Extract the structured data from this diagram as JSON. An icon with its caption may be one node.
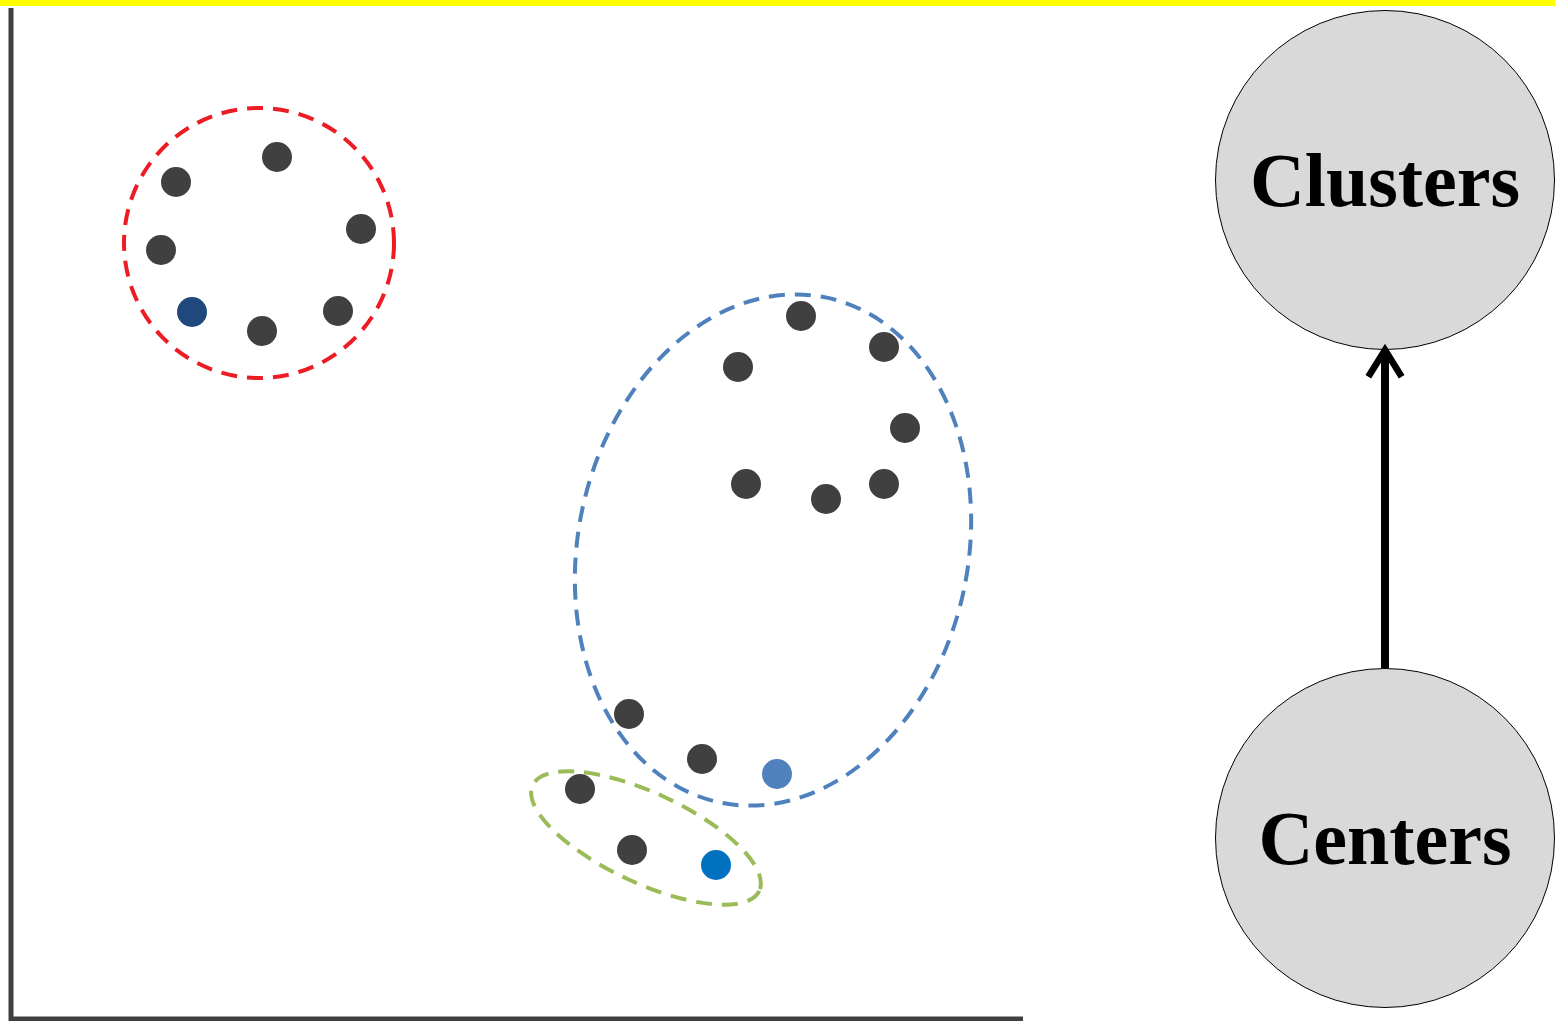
{
  "diagram": {
    "nodes": [
      {
        "text": [
          "Clusters"
        ]
      },
      {
        "text": [
          "Centers"
        ]
      }
    ],
    "edges": [
      {
        "from": 1,
        "to": 0,
        "arrow": "to"
      }
    ]
  }
}
